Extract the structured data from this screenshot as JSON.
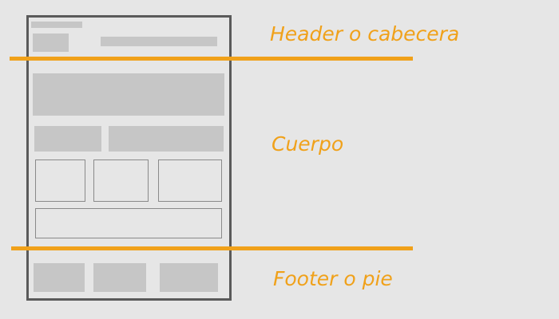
{
  "colors": {
    "accent": "#f0a11a",
    "frame": "#5a5a5a",
    "placeholder": "#c6c6c6",
    "background": "#e6e6e6"
  },
  "labels": {
    "header": "Header o cabecera",
    "body": "Cuerpo",
    "footer": "Footer o pie"
  }
}
